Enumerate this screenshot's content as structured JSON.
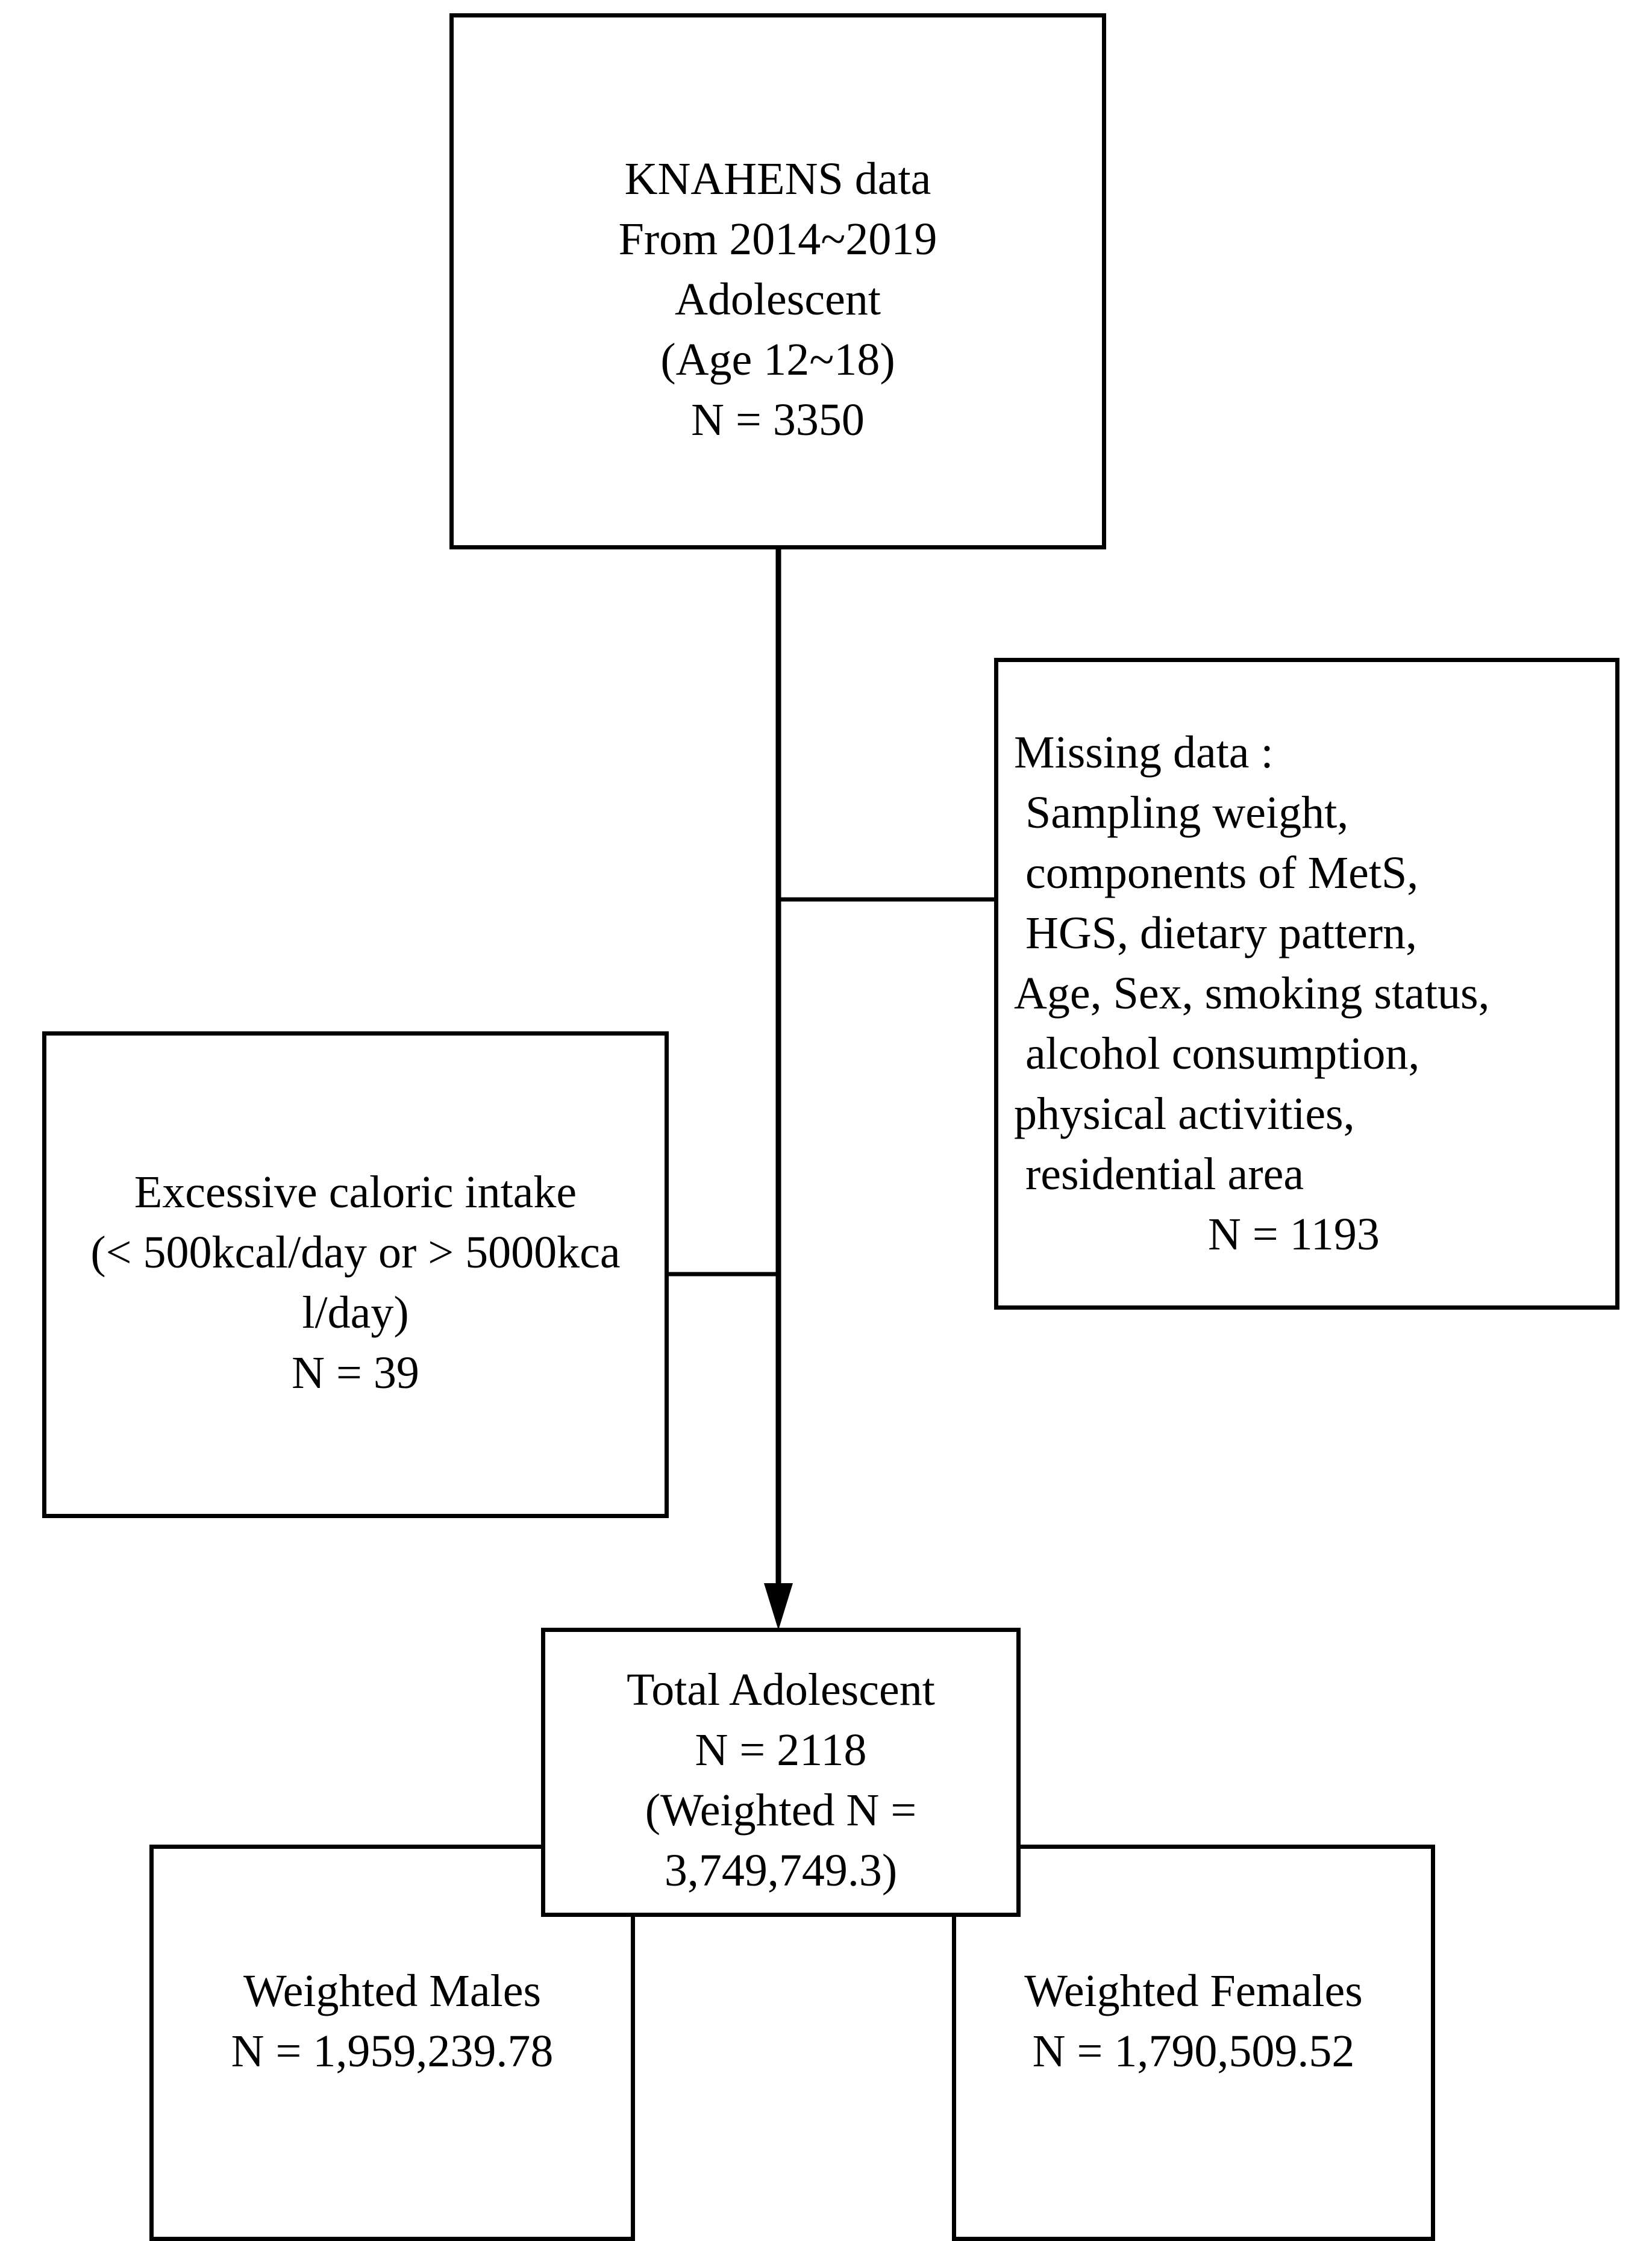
{
  "flowchart": {
    "source_box": {
      "lines": [
        "KNAHENS data",
        "From 2014~2019",
        "Adolescent",
        "(Age 12~18)",
        "N = 3350"
      ]
    },
    "missing_box": {
      "lines": [
        "Missing data :",
        " Sampling weight,",
        " components of MetS,",
        " HGS, dietary pattern,",
        "Age, Sex, smoking status,",
        " alcohol consumption,",
        "physical activities,",
        " residential area"
      ],
      "n_line": "N = 1193"
    },
    "excessive_box": {
      "lines": [
        "Excessive caloric intake",
        "(< 500kcal/day or > 5000kca",
        "l/day)",
        "N = 39"
      ]
    },
    "total_box": {
      "lines": [
        "Total Adolescent",
        "N = 2118",
        "(Weighted N =",
        "3,749,749.3)"
      ]
    },
    "males_box": {
      "lines": [
        "Weighted Males",
        "N = 1,959,239.78"
      ]
    },
    "females_box": {
      "lines": [
        "Weighted Females",
        "N = 1,790,509.52"
      ]
    }
  }
}
